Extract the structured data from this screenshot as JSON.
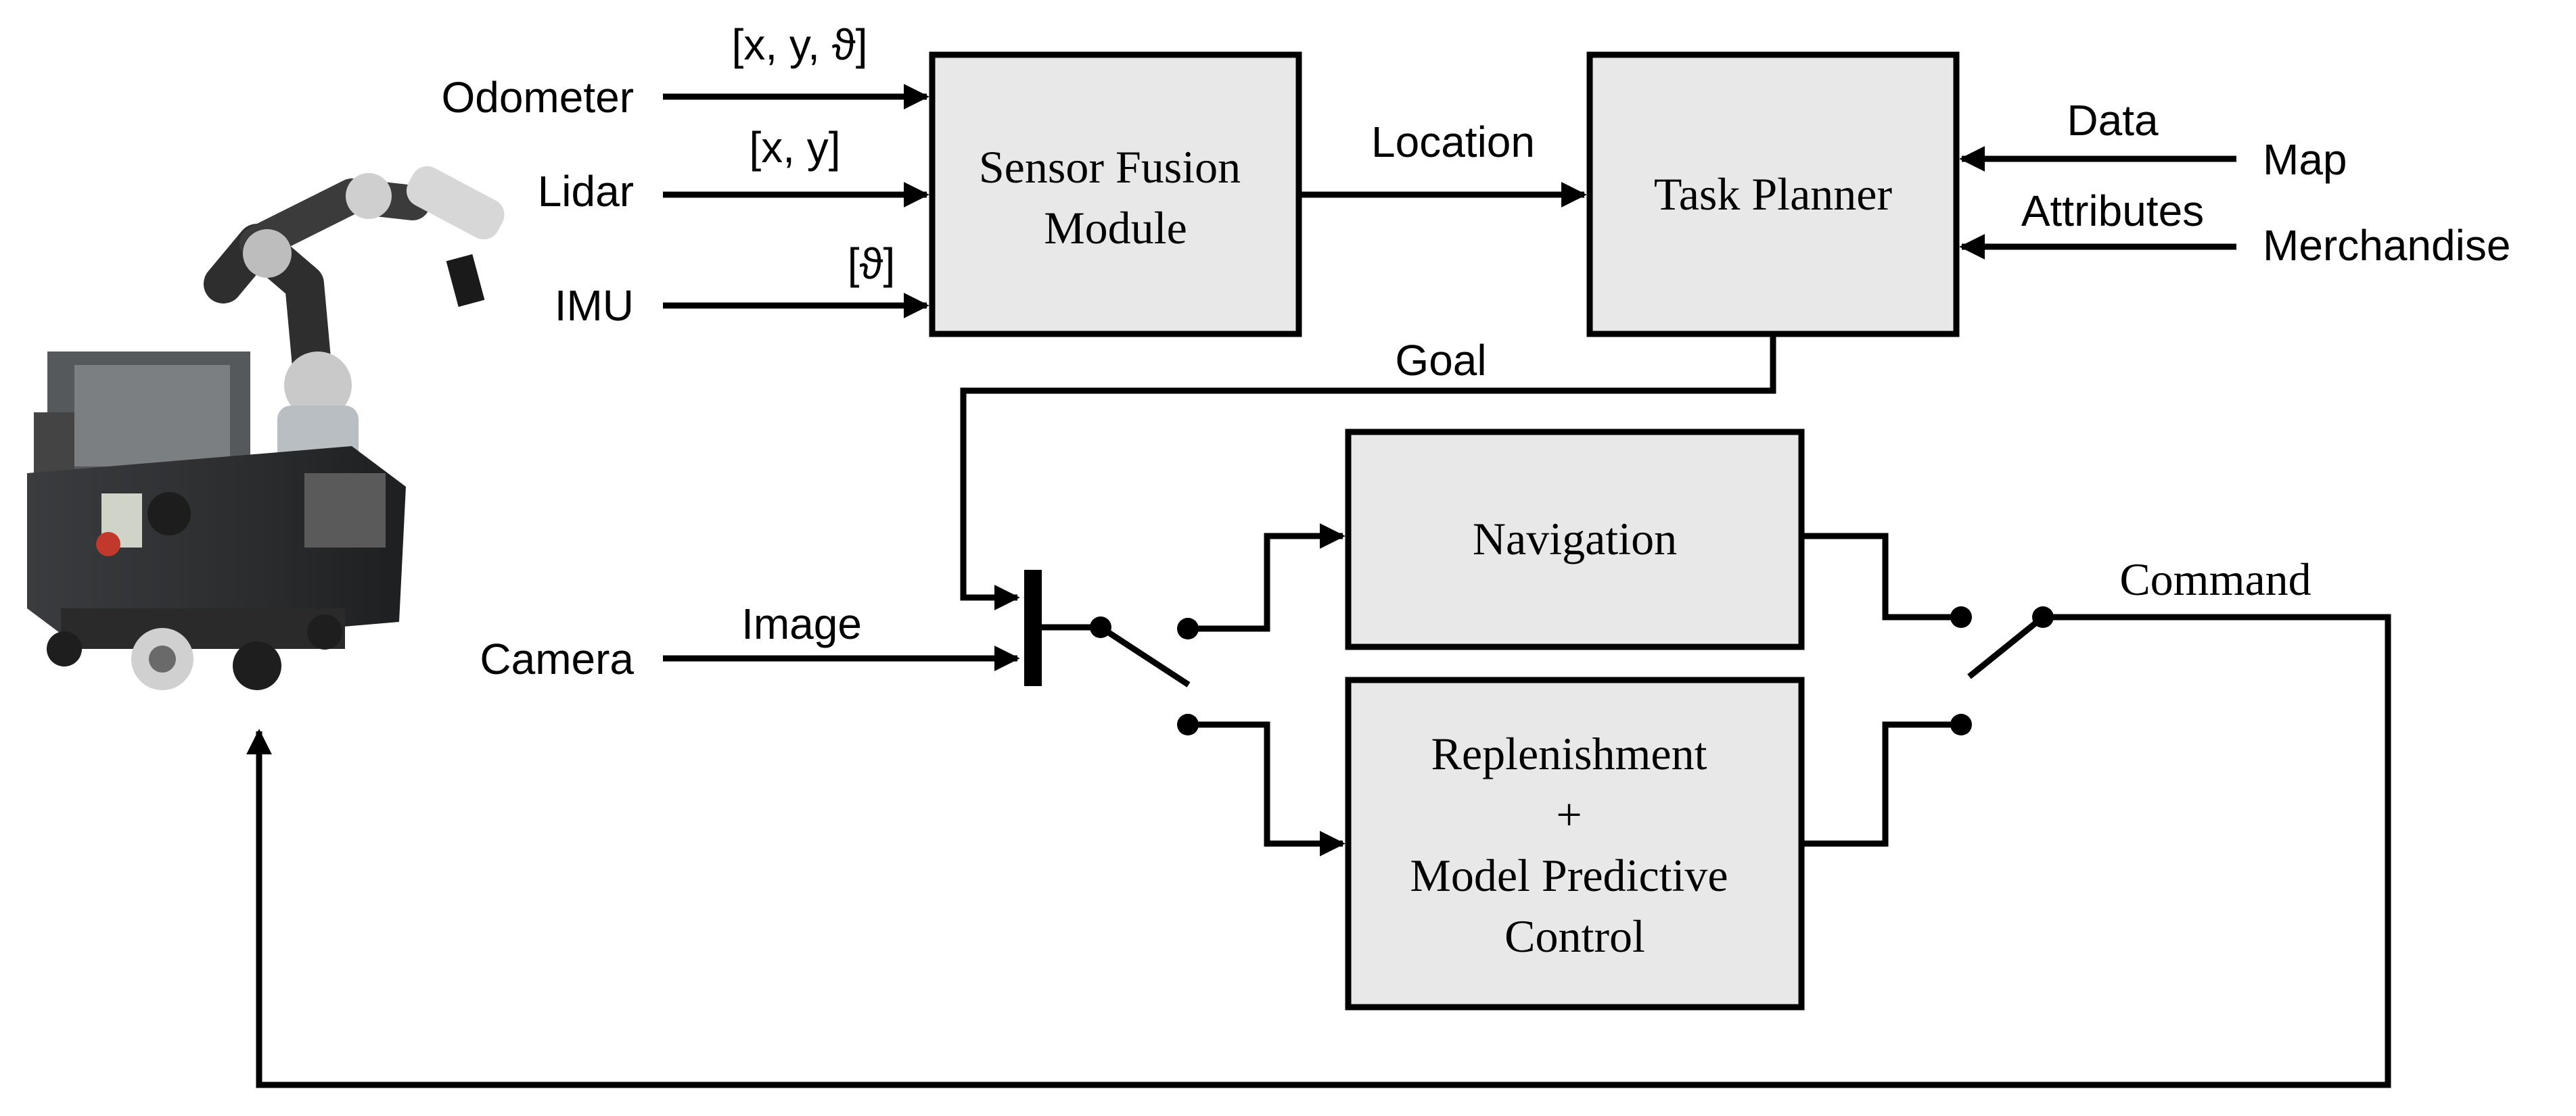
{
  "inputs": {
    "odometer": "Odometer",
    "lidar": "Lidar",
    "imu": "IMU",
    "camera": "Camera",
    "map": "Map",
    "merchandise": "Merchandise"
  },
  "signals": {
    "odometer": "[x, y, ϑ]",
    "lidar": "[x, y]",
    "imu": "[ϑ]",
    "location": "Location",
    "data": "Data",
    "attributes": "Attributes",
    "goal": "Goal",
    "image": "Image",
    "command": "Command"
  },
  "blocks": {
    "sensor_fusion": [
      "Sensor Fusion",
      "Module"
    ],
    "task_planner": "Task Planner",
    "navigation": "Navigation",
    "replenishment": [
      "Replenishment",
      "+",
      "Model Predictive",
      "Control"
    ]
  },
  "colors": {
    "block_fill": "#e8e8e8",
    "line": "#000000"
  },
  "robot_image": "mobile-manipulator-robot"
}
